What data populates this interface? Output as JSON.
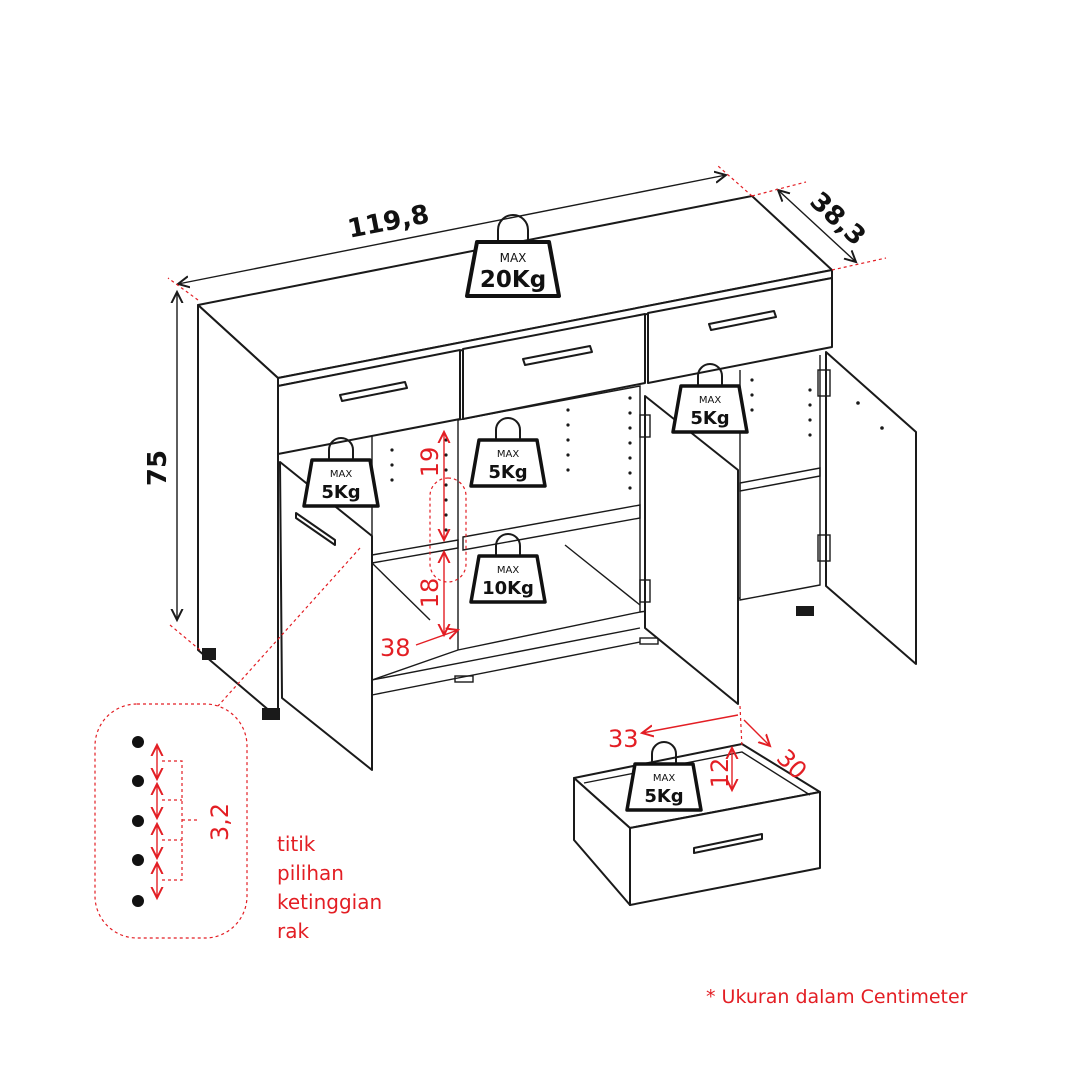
{
  "dimensions": {
    "width": "119,8",
    "depth": "38,3",
    "height": "75",
    "shelf_upper_gap": "19",
    "shelf_lower_gap": "18",
    "inner_depth": "38",
    "drawer_width": "33",
    "drawer_depth": "30",
    "drawer_height": "12",
    "hole_spacing": "3,2"
  },
  "weights": {
    "top": {
      "max": "MAX",
      "value": "20Kg"
    },
    "left_compartment": {
      "max": "MAX",
      "value": "5Kg"
    },
    "middle_upper": {
      "max": "MAX",
      "value": "5Kg"
    },
    "middle_lower": {
      "max": "MAX",
      "value": "10Kg"
    },
    "right_compartment": {
      "max": "MAX",
      "value": "5Kg"
    },
    "drawer": {
      "max": "MAX",
      "value": "5Kg"
    }
  },
  "legend": {
    "line1": "titik",
    "line2": "pilihan",
    "line3": "ketinggian",
    "line4": "rak"
  },
  "footnote": "* Ukuran dalam Centimeter",
  "colors": {
    "annotation": "#e31e24",
    "outline": "#1a1a1a"
  }
}
